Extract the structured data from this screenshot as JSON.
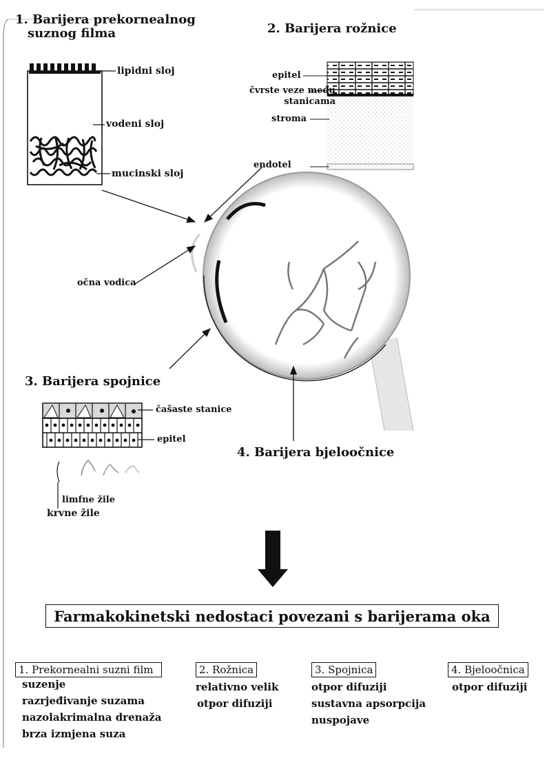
{
  "top": {
    "b1_title_line1": "1. Barijera prekornealnog",
    "b1_title_line2": "suznog filma",
    "b2_title": "2. Barijera rožnice",
    "tear_layers": {
      "lipid": "lipidni sloj",
      "aqueous": "vodeni sloj",
      "mucin": "mucinski sloj"
    },
    "cornea_layers": {
      "epitel": "epitel",
      "tight1": "čvrste veze među",
      "tight2": "stanicama",
      "stroma": "stroma",
      "endotel": "endotel"
    },
    "ocna_vodica": "očna vodica",
    "b3_title": "3. Barijera spojnice",
    "conj_labels": {
      "goblet": "čašaste stanice",
      "epitel": "epitel",
      "lymph": "limfne žile",
      "blood": "krvne žile"
    },
    "b4_title": "4. Barijera bjeloočnice"
  },
  "headline": "Farmakokinetski nedostaci povezani s barijerama oka",
  "columns": [
    {
      "title": "1. Prekornealni suzni film",
      "items": [
        "suzenje",
        "razrjeđivanje suzama",
        "nazolakrimalna drenaža",
        "brza izmjena suza"
      ]
    },
    {
      "title": "2. Rožnica",
      "items": [
        "relativno velik",
        "otpor difuziji"
      ]
    },
    {
      "title": "3. Spojnica",
      "items": [
        "otpor difuziji",
        "sustavna apsorpcija",
        "nuspojave"
      ]
    },
    {
      "title": "4. Bjeloočnica",
      "items": [
        "otpor difuziji"
      ]
    }
  ]
}
